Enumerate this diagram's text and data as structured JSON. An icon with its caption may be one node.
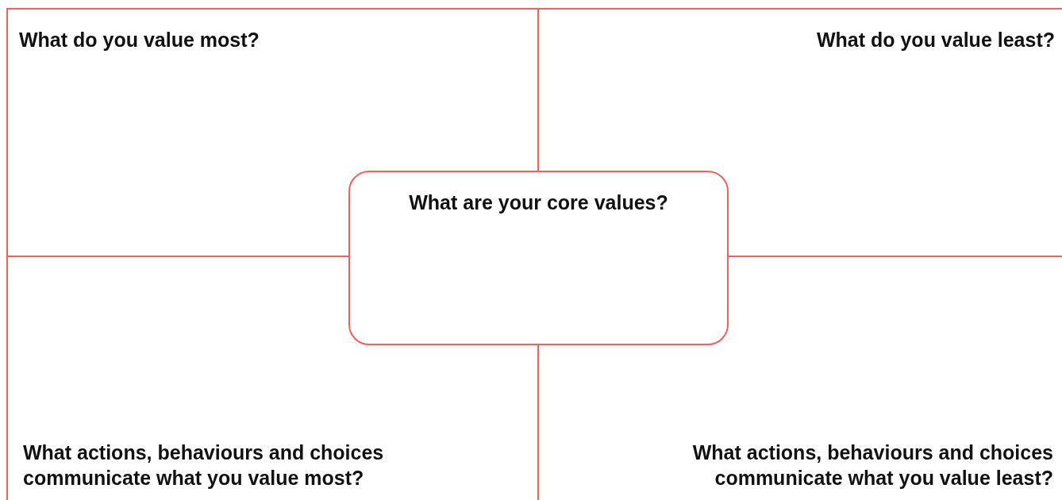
{
  "diagram": {
    "nodes": [
      {
        "text": [
          "What do you value most?"
        ]
      },
      {
        "text": [
          "What do you value least?"
        ]
      },
      {
        "text": [
          "What are your core values?"
        ]
      },
      {
        "text": [
          "What actions, behaviours and choices communicate what you value most?"
        ]
      },
      {
        "text": [
          "What actions, behaviours and choices communicate what you value least?"
        ]
      }
    ]
  }
}
